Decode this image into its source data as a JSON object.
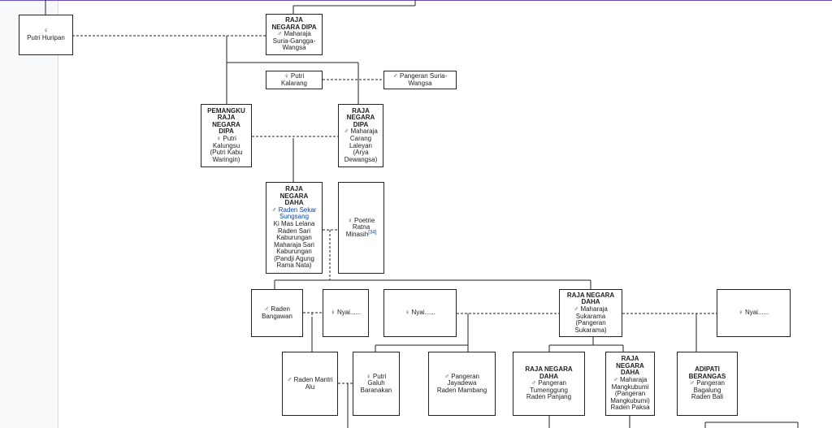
{
  "nodes": {
    "putri_huripan": {
      "sym": "♀",
      "name": "Putri Huripan"
    },
    "raja_dipa_top": {
      "title": [
        "RAJA",
        "NEGARA DIPA"
      ],
      "sym": "♂",
      "name": [
        "Maharaja",
        "Suria-Gangga-",
        "Wangsa"
      ]
    },
    "putri_kalarang": {
      "sym": "♀",
      "name": [
        "Putri",
        "Kalarang"
      ]
    },
    "pangeran_suria_wangsa": {
      "sym": "♂",
      "name": [
        "Pangeran Suria-",
        "Wangsa"
      ]
    },
    "pemangku": {
      "title": [
        "PEMANGKU",
        "RAJA",
        "NEGARA",
        "DIPA"
      ],
      "sym": "♀",
      "name": [
        "Putri",
        "Kalungsu",
        "(Putri Kabu",
        "Waringin)"
      ]
    },
    "raja_dipa_carang": {
      "title": [
        "RAJA",
        "NEGARA",
        "DIPA"
      ],
      "sym": "♂",
      "name": [
        "Maharaja",
        "Carang",
        "Laleyan",
        "(Arya",
        "Dewangsa)"
      ]
    },
    "raja_daha_sekar": {
      "title": [
        "RAJA",
        "NEGARA",
        "DAHA"
      ],
      "sym": "♂",
      "link": [
        "Raden Sekar",
        "Sungsang"
      ],
      "name": [
        "Ki Mas Lelana",
        "Raden Sari",
        "Kaburungan",
        "Maharaja Sari",
        "Kaburungan",
        "(Pandji Agung",
        "Rama Nata)"
      ]
    },
    "poetrie": {
      "sym": "♀",
      "name": [
        "Poetrie",
        "Ratna",
        "Minasih"
      ],
      "ref": "[34]"
    },
    "raden_bangawan": {
      "sym": "♂",
      "name": [
        "Raden",
        "Bangawan"
      ]
    },
    "nyai_1": {
      "sym": "♀",
      "name": "Nyai......"
    },
    "nyai_2": {
      "sym": "♀",
      "name": "Nyai......"
    },
    "raja_daha_sukarama": {
      "title": [
        "RAJA NEGARA",
        "DAHA"
      ],
      "sym": "♂",
      "name": [
        "Maharaja",
        "Sukarama",
        "(Pangeran",
        "Sukarama)"
      ]
    },
    "nyai_3": {
      "sym": "♀",
      "name": "Nyai......"
    },
    "raden_mantri_alu": {
      "sym": "♂",
      "name": [
        "Raden Mantri",
        "Alu"
      ]
    },
    "putri_galuh": {
      "sym": "♀",
      "name": [
        "Putri",
        "Galuh",
        "Baranakan"
      ]
    },
    "pangeran_jayadewa": {
      "sym": "♂",
      "name": [
        "Pangeran",
        "Jayadewa",
        "Raden Mambang"
      ]
    },
    "raja_daha_tumenggung": {
      "title": [
        "RAJA NEGARA",
        "DAHA"
      ],
      "sym": "♂",
      "name": [
        "Pangeran",
        "Tumenggung",
        "Raden Panjang"
      ]
    },
    "raja_daha_mangkubumi": {
      "title": [
        "RAJA",
        "NEGARA",
        "DAHA"
      ],
      "sym": "♂",
      "name": [
        "Maharaja",
        "Mangkubumi",
        "(Pangeran",
        "Mangkubumi)",
        "Raden Paksa"
      ]
    },
    "adipati_berangas": {
      "title": [
        "ADIPATI",
        "BERANGAS"
      ],
      "sym": "♂",
      "name": [
        "Pangeran",
        "Bagalung",
        "Raden Bali"
      ]
    }
  },
  "colors": {
    "accent_top": "#6b4fbb",
    "link": "#0645ad",
    "panel": "#f8f9fa"
  }
}
